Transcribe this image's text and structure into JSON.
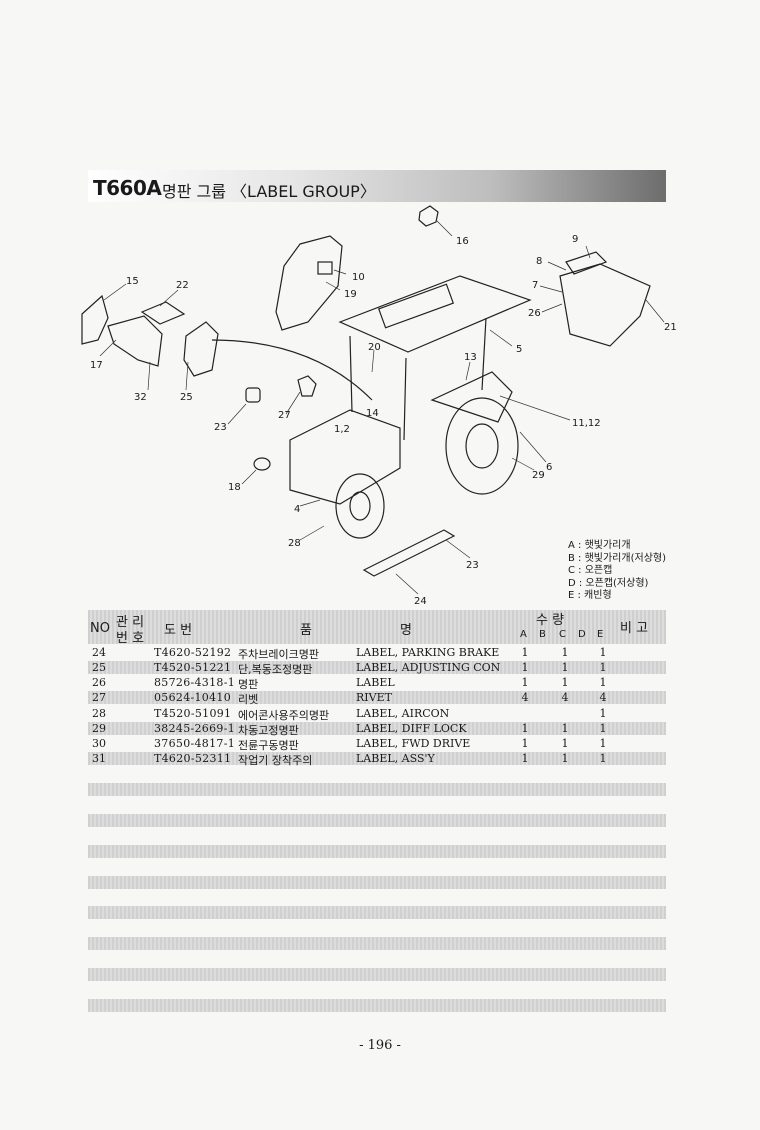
{
  "title": {
    "model": "T660A",
    "text": "명판 그룹 〈LABEL GROUP〉"
  },
  "callouts": [
    "16",
    "9",
    "10",
    "19",
    "8",
    "15",
    "22",
    "7",
    "26",
    "21",
    "5",
    "17",
    "20",
    "13",
    "32",
    "25",
    "23",
    "27",
    "1,2",
    "14",
    "11,12",
    "6",
    "29",
    "18",
    "4",
    "28",
    "23",
    "24"
  ],
  "legend": [
    "A : 햇빛가리개",
    "B : 햇빛가리개(저상형)",
    "C : 오픈캡",
    "D : 오픈캡(저상형)",
    "E : 캐빈형"
  ],
  "table": {
    "headers": {
      "no": "NO",
      "mgmt_top": "관 리",
      "mgmt_bottom": "번 호",
      "drawing": "도 번",
      "name_1": "품",
      "name_2": "명",
      "qty": "수 량",
      "a": "A",
      "b": "B",
      "c": "C",
      "d": "D",
      "e": "E",
      "remarks": "비 고"
    },
    "rows": [
      {
        "no": "24",
        "part": "T4620-52192",
        "kor": "주차브레이크명판",
        "eng": "LABEL, PARKING BRAKE",
        "a": "1",
        "c": "1",
        "e": "1"
      },
      {
        "no": "25",
        "part": "T4520-51221",
        "kor": "단,복동조정명판",
        "eng": "LABEL, ADJUSTING CON",
        "a": "1",
        "c": "1",
        "e": "1"
      },
      {
        "no": "26",
        "part": "85726-4318-1",
        "kor": "명판",
        "eng": "LABEL",
        "a": "1",
        "c": "1",
        "e": "1"
      },
      {
        "no": "27",
        "part": "05624-10410",
        "kor": "리벳",
        "eng": "RIVET",
        "a": "4",
        "c": "4",
        "e": "4"
      },
      {
        "no": "28",
        "part": "T4520-51091",
        "kor": "에어콘사용주의명판",
        "eng": "LABEL, AIRCON",
        "a": "",
        "c": "",
        "e": "1"
      },
      {
        "no": "29",
        "part": "38245-2669-1",
        "kor": "차동고정명판",
        "eng": "LABEL, DIFF LOCK",
        "a": "1",
        "c": "1",
        "e": "1"
      },
      {
        "no": "30",
        "part": "37650-4817-1",
        "kor": "전륜구동명판",
        "eng": "LABEL, FWD DRIVE",
        "a": "1",
        "c": "1",
        "e": "1"
      },
      {
        "no": "31",
        "part": "T4620-52311",
        "kor": "작업기 장착주의",
        "eng": "LABEL, ASS'Y",
        "a": "1",
        "c": "1",
        "e": "1"
      }
    ]
  },
  "page_number": "- 196 -"
}
